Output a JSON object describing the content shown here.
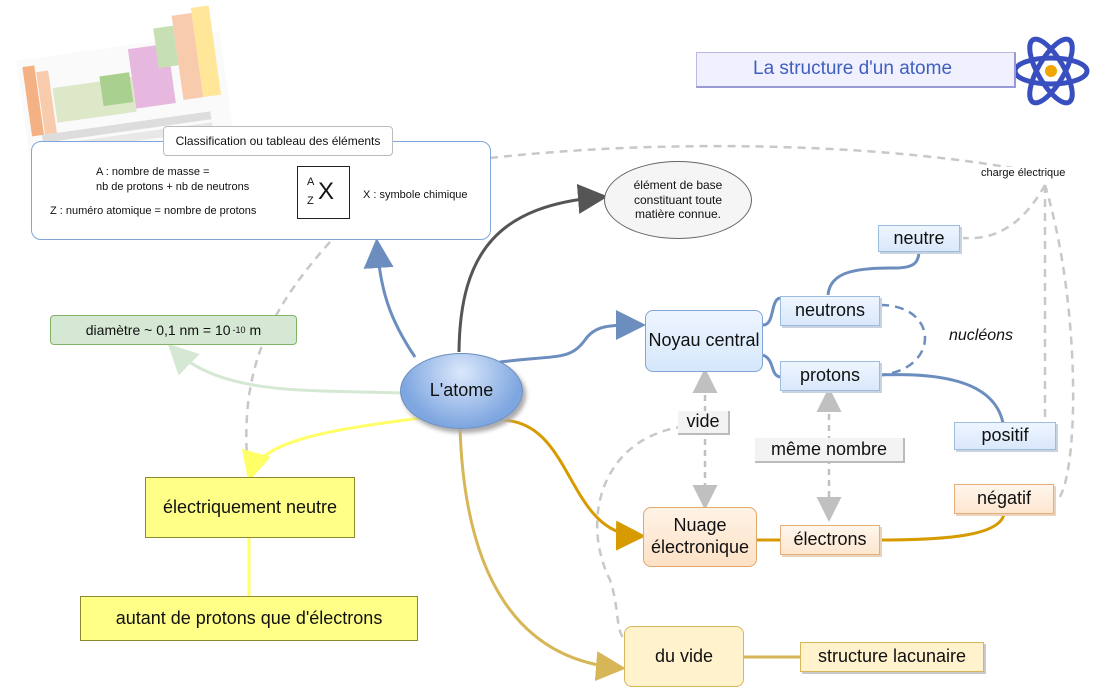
{
  "title": "La structure d'un atome",
  "center": "L'atome",
  "definition": "élément de base constituant toute matière connue.",
  "classification": {
    "title": "Classification ou tableau des éléments",
    "a_line1": "A : nombre de masse =",
    "a_line2": "nb de protons + nb de neutrons",
    "z_line": "Z : numéro atomique = nombre de protons",
    "symbol_A": "A",
    "symbol_Z": "Z",
    "symbol_X": "X",
    "x_desc": "X : symbole chimique"
  },
  "diameter": {
    "text": "diamètre ~ 0,1 nm = 10",
    "exp": "-10",
    "unit": "m"
  },
  "noyau": "Noyau central",
  "neutrons": "neutrons",
  "protons": "protons",
  "neutre": "neutre",
  "positif": "positif",
  "negatif": "négatif",
  "nucleons": "nucléons",
  "charge": "charge électrique",
  "vide": "vide",
  "meme_nombre": "même nombre",
  "nuage": "Nuage électronique",
  "electrons": "électrons",
  "elec_neutre": "électriquement neutre",
  "autant": "autant de protons que d'électrons",
  "du_vide": "du vide",
  "lacunaire": "structure lacunaire",
  "colors": {
    "blue": "#6c8ebf",
    "orange": "#d79b00",
    "yellow": "#ffff66",
    "green": "#d5e8d4",
    "gold": "#d6b656",
    "dark": "#555555"
  }
}
